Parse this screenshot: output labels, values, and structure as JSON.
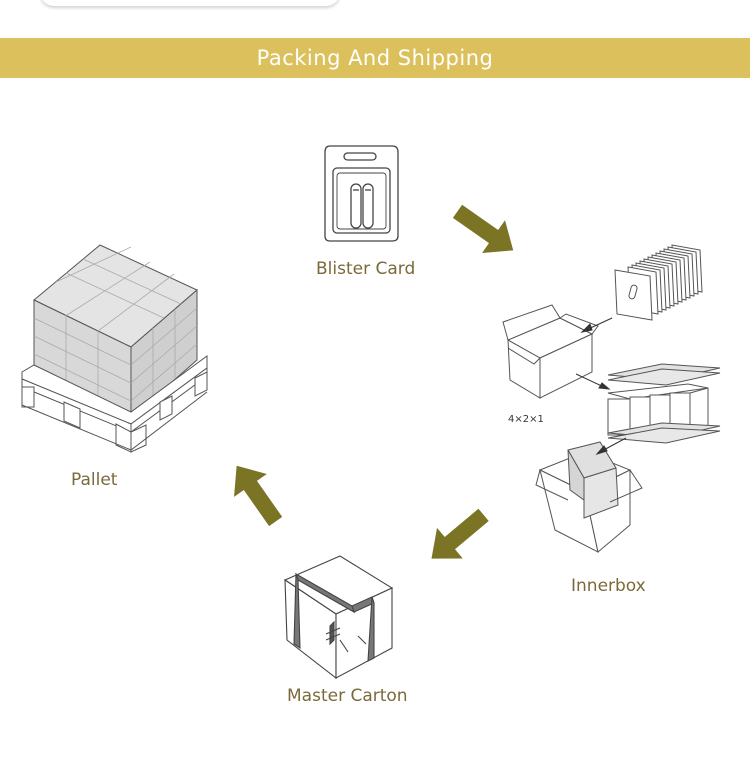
{
  "banner": {
    "title": "Packing And Shipping"
  },
  "stages": {
    "blister": {
      "label": "Blister Card"
    },
    "innerbox": {
      "label": "Innerbox",
      "quantity_note": "4×2×1"
    },
    "master": {
      "label": "Master Carton"
    },
    "pallet": {
      "label": "Pallet"
    }
  },
  "colors": {
    "banner": "#dcc05c",
    "arrow": "#7b7425",
    "label_text": "#7a6a3a",
    "line_art": "#555555",
    "box_fill": "#d7d7d7"
  },
  "icons": [
    "blister-card-illustration",
    "innerbox-illustration",
    "master-carton-illustration",
    "pallet-illustration",
    "flow-arrow-icon"
  ]
}
